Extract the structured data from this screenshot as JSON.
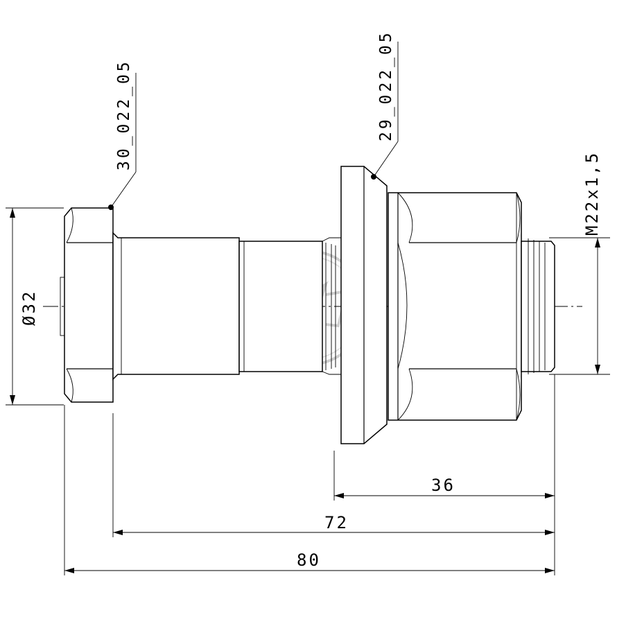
{
  "parts": {
    "bolt": "30_022_05",
    "nut": "29_022_05"
  },
  "dimensions": {
    "diameter": "Ø32",
    "thread": "M22x1,5",
    "d36": "36",
    "d72": "72",
    "d80": "80"
  }
}
